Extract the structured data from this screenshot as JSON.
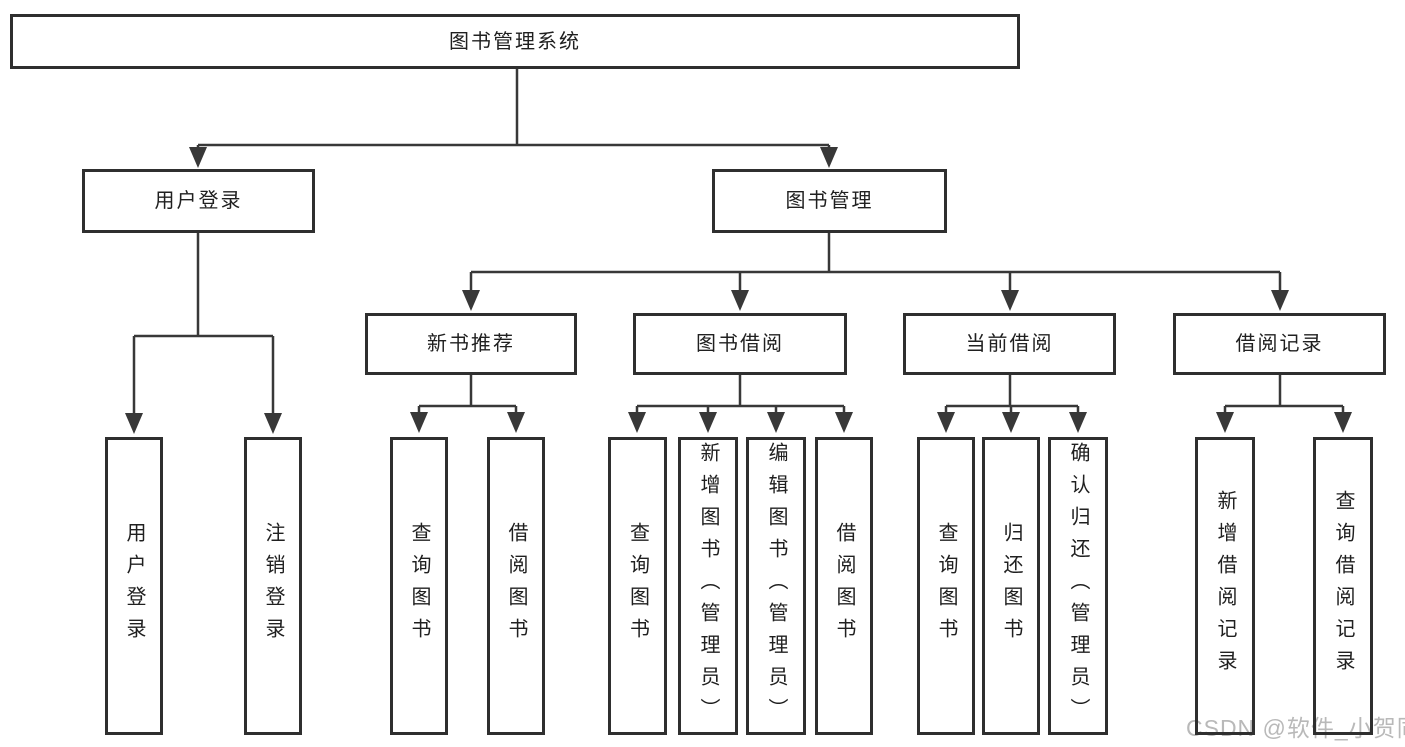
{
  "colors": {
    "background": "#ffffff",
    "border": "#2f2f2f",
    "line": "#383838",
    "text": "#202020",
    "watermark": "#b9b9b9"
  },
  "tree": {
    "root": {
      "label": "图书管理系统",
      "children": [
        {
          "label": "用户登录",
          "children": [
            {
              "label": "用户登录"
            },
            {
              "label": "注销登录"
            }
          ]
        },
        {
          "label": "图书管理",
          "children": [
            {
              "label": "新书推荐",
              "children": [
                {
                  "label": "查询图书"
                },
                {
                  "label": "借阅图书"
                }
              ]
            },
            {
              "label": "图书借阅",
              "children": [
                {
                  "label": "查询图书"
                },
                {
                  "label": "新增图书（管理员）"
                },
                {
                  "label": "编辑图书（管理员）"
                },
                {
                  "label": "借阅图书"
                }
              ]
            },
            {
              "label": "当前借阅",
              "children": [
                {
                  "label": "查询图书"
                },
                {
                  "label": "归还图书"
                },
                {
                  "label": "确认归还（管理员）"
                }
              ]
            },
            {
              "label": "借阅记录",
              "children": [
                {
                  "label": "新增借阅记录"
                },
                {
                  "label": "查询借阅记录"
                }
              ]
            }
          ]
        }
      ]
    }
  },
  "watermark": {
    "text": "CSDN @软件_小贺同学"
  }
}
